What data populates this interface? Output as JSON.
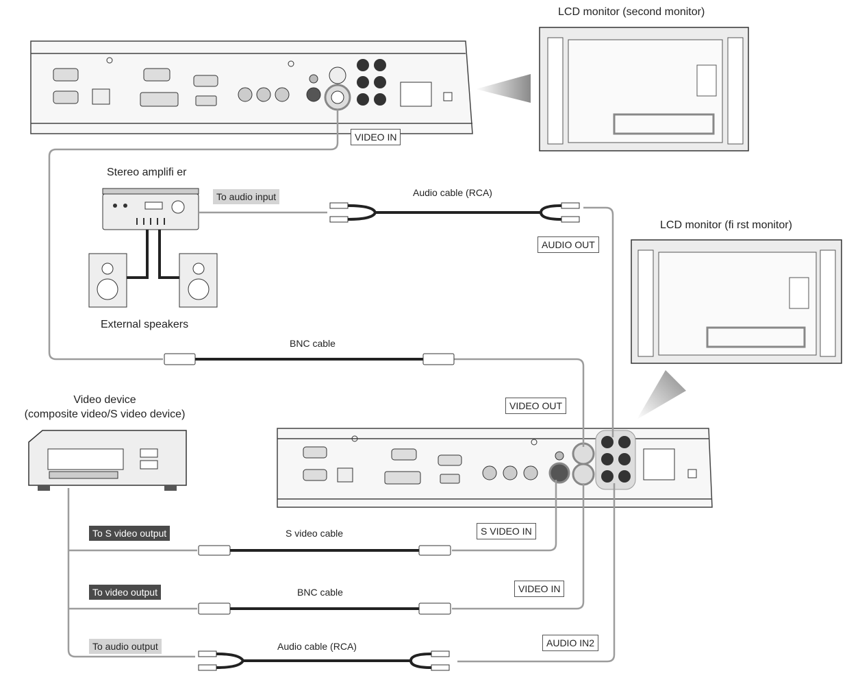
{
  "monitor2": {
    "title": "LCD monitor (second monitor)"
  },
  "monitor1": {
    "title": "LCD monitor (fi rst monitor)"
  },
  "amplifier": {
    "title": "Stereo amplifi er",
    "input_tag": "To audio input"
  },
  "speakers": {
    "title": "External speakers"
  },
  "video_device": {
    "title_line1": "Video device",
    "title_line2": "(composite video/S video device)"
  },
  "ports": {
    "video_in_top": "VIDEO IN",
    "audio_out": "AUDIO OUT",
    "video_out": "VIDEO OUT",
    "s_video_in": "S VIDEO IN",
    "video_in_bottom": "VIDEO IN",
    "audio_in2": "AUDIO IN2"
  },
  "cables": {
    "audio_top": "Audio cable (RCA)",
    "bnc_mid": "BNC cable",
    "s_video": "S video cable",
    "bnc_bottom": "BNC cable",
    "audio_bottom": "Audio cable (RCA)"
  },
  "device_tags": {
    "s_video_output": "To S video output",
    "video_output": "To video output",
    "audio_output": "To audio output"
  }
}
